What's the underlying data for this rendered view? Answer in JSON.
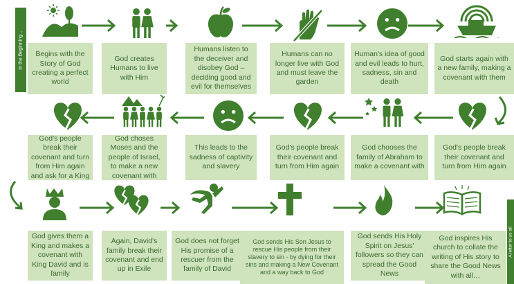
{
  "side_label": "In the Beginning...",
  "right_label": "A letter to us all",
  "colors": {
    "primary": "#3f7f2e",
    "box_fill": "#cfe3bd",
    "box_text": "#3b6b2f"
  },
  "rows": [
    {
      "steps": [
        {
          "icon": "landscape-sun-icon",
          "text": "Begins with the Story of God creating a perfect world"
        },
        {
          "icon": "man-woman-icon",
          "text": "God creates Humans to live with Him"
        },
        {
          "icon": "apple-icon",
          "text": "Humans listen to the deceiver and disobey God – deciding good and evil for themselves"
        },
        {
          "icon": "blocked-hand-icon",
          "text": "Humans can no longer live with God and must leave the garden"
        },
        {
          "icon": "sad-face-icon",
          "text": "Human's idea of good and evil leads to hurt, sadness, sin and death"
        },
        {
          "icon": "ark-rainbow-icon",
          "text": "God starts again with a new family, making a covenant with them"
        }
      ]
    },
    {
      "steps": [
        {
          "icon": "broken-heart-icon",
          "text": "God's people break their covenant and turn from Him again"
        },
        {
          "icon": "family-stars-icon",
          "text": "God chooses the family of Abraham to make a covenant with"
        },
        {
          "icon": "broken-heart-icon",
          "text": "God's people break their covenant and turn from Him again"
        },
        {
          "icon": "sad-face-icon",
          "text": "This leads to the sadness of captivity and slavery"
        },
        {
          "icon": "people-pyramids-icon",
          "text": "God choses Moses and the people of Israel, to make a new covenant with"
        },
        {
          "icon": "broken-heart-icon",
          "text": "God's people break their covenant and turn from Him again and ask for a King"
        }
      ]
    },
    {
      "steps": [
        {
          "icon": "king-icon",
          "text": "God gives them a King and makes a covenant with King David and is family"
        },
        {
          "icon": "broken-hearts-icon",
          "text": "Again, David's family break their covenant and end up in Exile"
        },
        {
          "icon": "rescuer-icon",
          "text": "God does not forget His promise of a rescuer from the family of David"
        },
        {
          "icon": "cross-icon",
          "text": "God sends His Son Jesus to rescue His people from their slavery to sin - by dying for their sins and making a New Covenant and a way back to God"
        },
        {
          "icon": "flame-icon",
          "text": "God sends His Holy Spirit on Jesus' followers so they can spread the Good News"
        },
        {
          "icon": "open-book-icon",
          "text": "God inspires His church to collate the writing of His story to share the Good News with all…"
        }
      ]
    }
  ]
}
